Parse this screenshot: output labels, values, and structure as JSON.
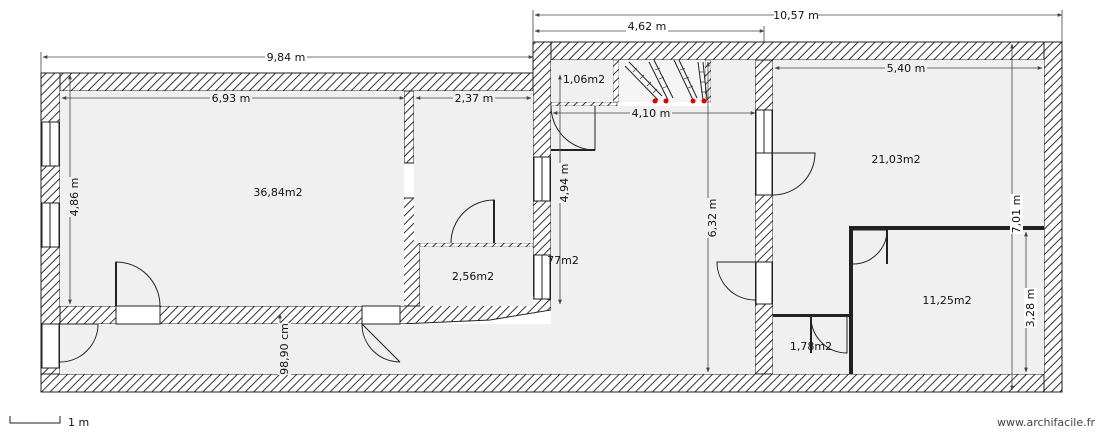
{
  "dimensions": {
    "overall_width": "10,57 m",
    "left_block_width": "9,84 m",
    "middle_block_width": "4,62 m",
    "room_a_width": "6,93 m",
    "room_b_width": "2,37 m",
    "hall_width": "4,10 m",
    "right_room_width": "5,40 m",
    "left_height": "4,86 m",
    "hall_height": "4,94 m",
    "middle_height": "6,32 m",
    "right_height": "7,01 m",
    "small_room_height": "3,28 m",
    "bottom_length": "98,90 cm"
  },
  "areas": {
    "main_room": "36,84m2",
    "small_top": "1,06m2",
    "small_bath": "2,56m2",
    "corridor": "77m2",
    "right_room": "21,03m2",
    "bedroom": "11,25m2",
    "wc": "1,78m2"
  },
  "scale": {
    "label": "1 m"
  },
  "brand": {
    "name": "www.archifacile.fr"
  },
  "colors": {
    "wall_hatch": "#333333",
    "floor": "#f0f0f0",
    "stair_marker": "#dd0000"
  }
}
